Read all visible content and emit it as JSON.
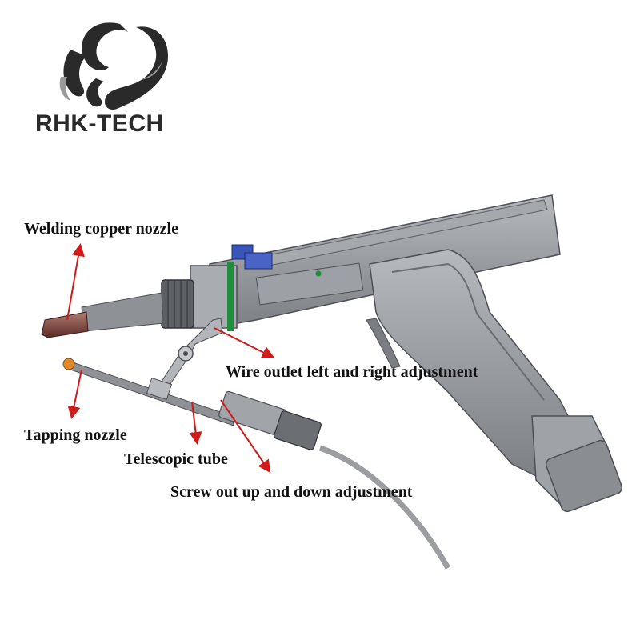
{
  "brand": {
    "logo": "swirl-logo",
    "name": "RHK-TECH"
  },
  "labels": {
    "welding_copper_nozzle": "Welding copper nozzle",
    "wire_outlet_adjustment": "Wire outlet left and right adjustment",
    "tapping_nozzle": "Tapping nozzle",
    "telescopic_tube": "Telescopic tube",
    "screw_out_adjustment": "Screw out up and down adjustment"
  },
  "colors": {
    "arrow": "#d11a1a",
    "gun_body": "#8e9196",
    "nozzle_copper": "#7a3b35",
    "wire_tip": "#e08a2c",
    "accent_blue": "#3a55b8",
    "accent_green": "#1c8f3a"
  }
}
